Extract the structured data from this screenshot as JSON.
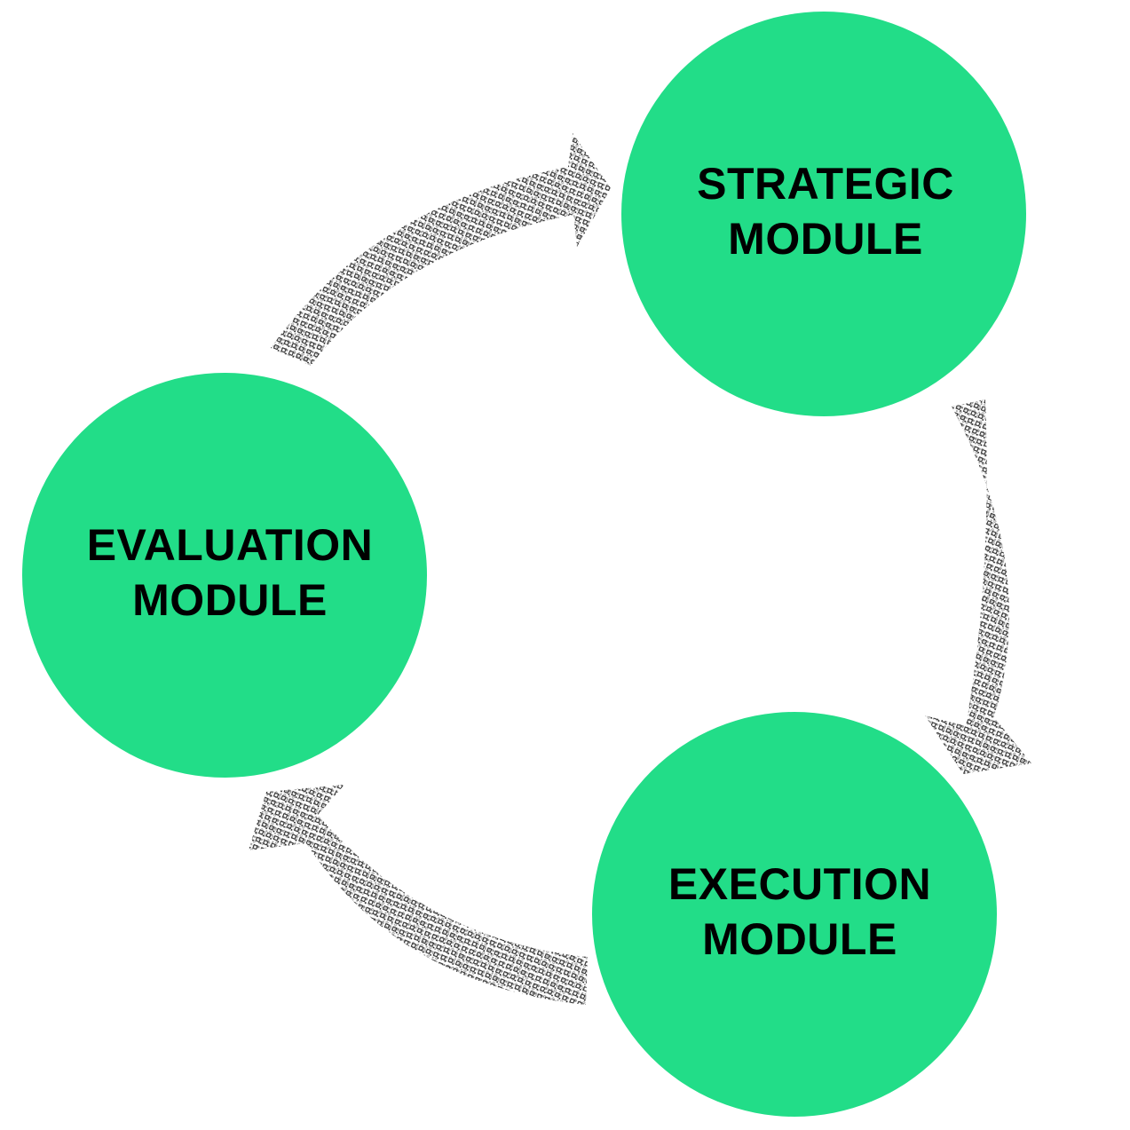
{
  "colors": {
    "node_fill": "#22DD88",
    "label_text": "#000000",
    "arrow_dots": "#222222",
    "arrow_dots_light": "#bbbbbb"
  },
  "nodes": {
    "strategic": {
      "line1": "STRATEGIC",
      "line2": "MODULE"
    },
    "evaluation": {
      "line1": "EVALUATION",
      "line2": "MODULE"
    },
    "execution": {
      "line1": "EXECUTION",
      "line2": "MODULE"
    }
  },
  "arrows": [
    {
      "from": "evaluation",
      "to": "strategic",
      "style": "dotted-halftone"
    },
    {
      "from": "strategic",
      "to": "execution",
      "style": "dotted-halftone"
    },
    {
      "from": "execution",
      "to": "evaluation",
      "style": "dotted-halftone"
    }
  ]
}
